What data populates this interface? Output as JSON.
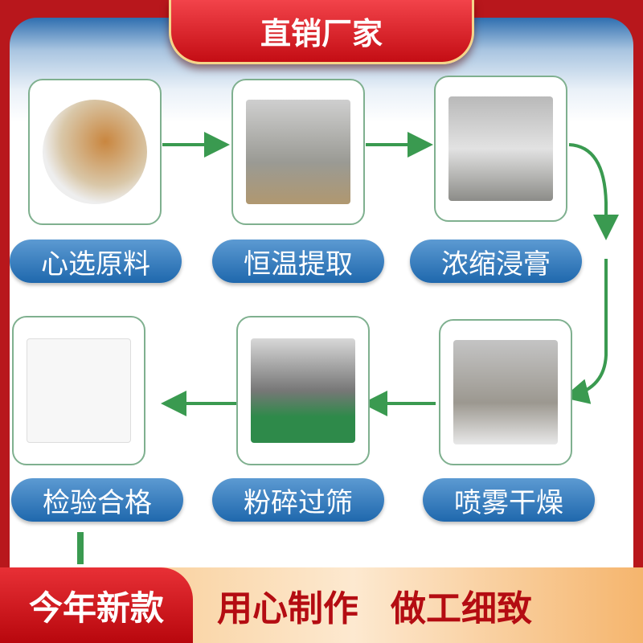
{
  "header": {
    "title": "直销厂家"
  },
  "steps": [
    {
      "label": "心选原料",
      "image": "raw-materials-photo"
    },
    {
      "label": "恒温提取",
      "image": "extraction-tanks-photo"
    },
    {
      "label": "浓缩浸膏",
      "image": "concentration-tanks-photo"
    },
    {
      "label": "喷雾干燥",
      "image": "spray-drying-photo"
    },
    {
      "label": "粉碎过筛",
      "image": "crushing-sieving-photo"
    },
    {
      "label": "检验合格",
      "image": "inspection-report-photo"
    }
  ],
  "footer": {
    "badge": "今年新款",
    "slogan1": "用心制作",
    "slogan2": "做工细致"
  },
  "colors": {
    "red": "#c40d14",
    "blue": "#1f68ad",
    "green": "#3a9a50"
  }
}
